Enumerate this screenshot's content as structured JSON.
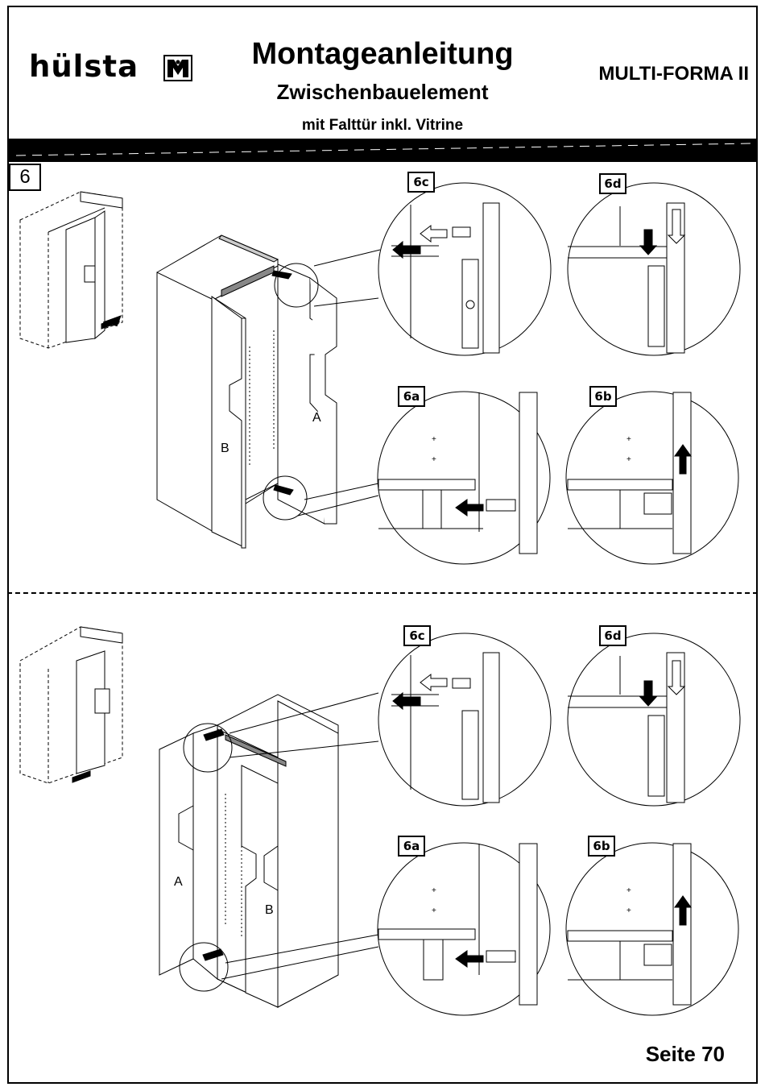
{
  "header": {
    "brand": "hülsta",
    "title": "Montageanleitung",
    "subtitle": "Zwischenbauelement",
    "subsubtitle": "mit Falttür inkl. Vitrine",
    "product": "MULTI-FORMA II"
  },
  "step": {
    "number": "6"
  },
  "details": {
    "top": {
      "c": "6c",
      "d": "6d",
      "a": "6a",
      "b": "6b"
    },
    "bottom": {
      "c": "6c",
      "d": "6d",
      "a": "6a",
      "b": "6b"
    }
  },
  "parts": {
    "top": {
      "a": "A",
      "b": "B"
    },
    "bottom": {
      "a": "A",
      "b": "B"
    }
  },
  "footer": {
    "page": "Seite 70"
  }
}
